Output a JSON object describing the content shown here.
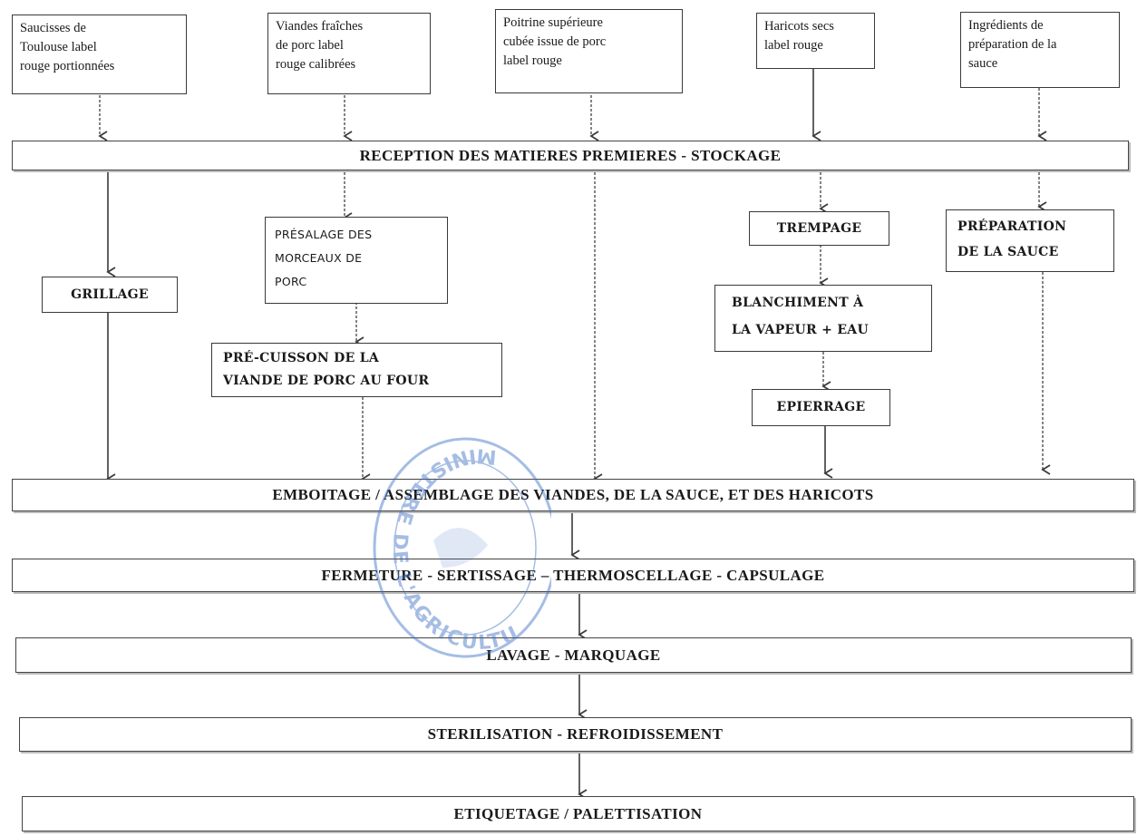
{
  "inputs": [
    {
      "id": "saucisses",
      "text": "Saucisses de\nToulouse label\nrouge portionnées"
    },
    {
      "id": "viandes",
      "text": "Viandes fraîches\nde porc label\nrouge calibrées"
    },
    {
      "id": "poitrine",
      "text": "Poitrine supérieure\ncubée issue de porc\nlabel rouge"
    },
    {
      "id": "haricots",
      "text": "Haricots secs\nlabel rouge"
    },
    {
      "id": "ingredients",
      "text": "Ingrédients de\npréparation de la\nsauce"
    }
  ],
  "bands": {
    "reception": "RECEPTION DES MATIERES PREMIERES - STOCKAGE",
    "emboitage": "EMBOITAGE / ASSEMBLAGE DES VIANDES, DE LA SAUCE, ET DES HARICOTS",
    "fermeture": "FERMETURE - SERTISSAGE – THERMOSCELLAGE - CAPSULAGE",
    "lavage": "LAVAGE - MARQUAGE",
    "sterilisation": "STERILISATION - REFROIDISSEMENT",
    "etiquetage": "ETIQUETAGE / PALETTISATION"
  },
  "steps": {
    "grillage": "GRILLAGE",
    "presalage": "PRÉSALAGE DES\nMORCEAUX DE\nPORC",
    "precuisson": "PRÉ-CUISSON DE LA\nVIANDE DE PORC AU FOUR",
    "trempage": "TREMPAGE",
    "blanchiment": "BLANCHIMENT À\nLA VAPEUR + EAU",
    "epierrage": "EPIERRAGE",
    "preparation": "PRÉPARATION\nDE LA SAUCE"
  },
  "stamp": {
    "text": "MINISTERE DE L'AGRICULTURE",
    "color": "#3a6fc4"
  }
}
